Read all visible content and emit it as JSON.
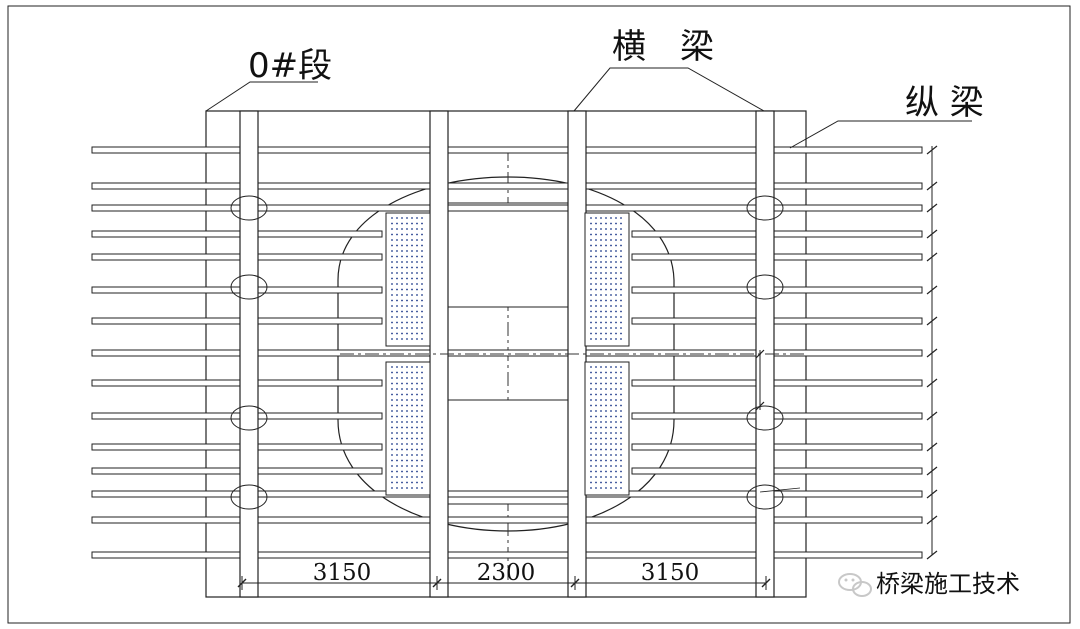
{
  "labels": {
    "segment": "0#段",
    "cross_beam": "横　梁",
    "long_beam": "纵 梁"
  },
  "dimensions": {
    "d1": "3150",
    "d2": "2300",
    "d3": "3150"
  },
  "watermark": {
    "text": "桥梁施工技术",
    "icon": "wechat-icon"
  },
  "colors": {
    "line": "#1a1a1a",
    "dots": "#1e3a8a",
    "watermark": "#c8c8c8"
  }
}
